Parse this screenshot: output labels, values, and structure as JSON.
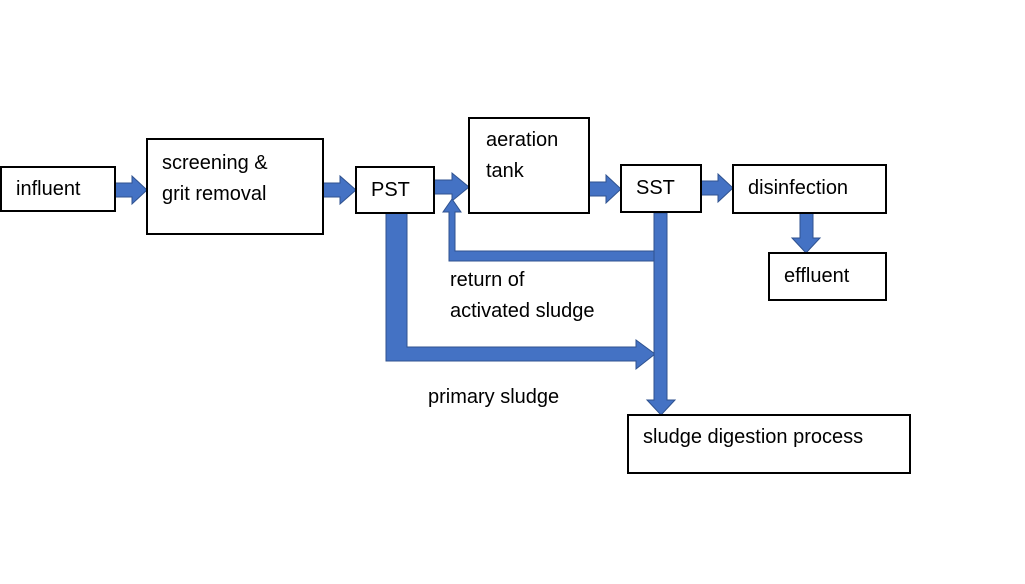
{
  "nodes": {
    "influent": "influent",
    "screening": "screening &\ngrit removal",
    "pst": "PST",
    "aeration": "aeration\ntank",
    "sst": "SST",
    "disinfection": "disinfection",
    "effluent": "effluent",
    "digestion": "sludge digestion process"
  },
  "labels": {
    "return_sludge": "return of\nactivated sludge",
    "primary_sludge": "primary sludge"
  },
  "colors": {
    "arrow_fill": "#4472C4",
    "arrow_stroke": "#2F528F",
    "box_border": "#000000"
  }
}
